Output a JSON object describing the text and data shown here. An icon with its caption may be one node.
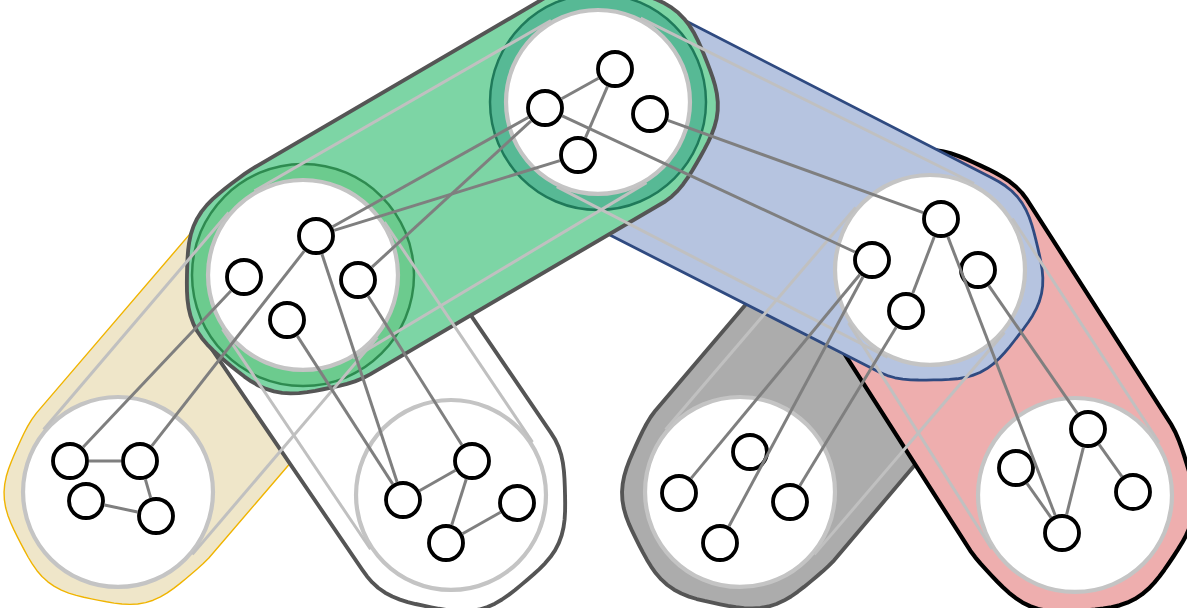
{
  "diagram": {
    "nodes": [
      {
        "text": [],
        "shape": "circle"
      },
      {
        "text": [],
        "shape": "circle",
        "in": 0
      },
      {
        "text": [],
        "shape": "circle",
        "in": 0
      },
      {
        "text": [],
        "shape": "circle",
        "in": 0
      },
      {
        "text": [],
        "shape": "circle",
        "in": 0
      },
      {
        "text": [],
        "shape": "circle"
      },
      {
        "text": [],
        "shape": "circle",
        "in": 5
      },
      {
        "text": [],
        "shape": "circle",
        "in": 5
      },
      {
        "text": [],
        "shape": "circle",
        "in": 5
      },
      {
        "text": [],
        "shape": "circle",
        "in": 5
      },
      {
        "text": [],
        "shape": "circle"
      },
      {
        "text": [],
        "shape": "circle",
        "in": 10
      },
      {
        "text": [],
        "shape": "circle",
        "in": 10
      },
      {
        "text": [],
        "shape": "circle",
        "in": 10
      },
      {
        "text": [],
        "shape": "circle",
        "in": 10
      },
      {
        "text": [],
        "shape": "circle"
      },
      {
        "text": [],
        "shape": "circle",
        "in": 15
      },
      {
        "text": [],
        "shape": "circle",
        "in": 15
      },
      {
        "text": [],
        "shape": "circle",
        "in": 15
      },
      {
        "text": [],
        "shape": "circle",
        "in": 15
      },
      {
        "text": [],
        "shape": "circle"
      },
      {
        "text": [],
        "shape": "circle",
        "in": 20
      },
      {
        "text": [],
        "shape": "circle",
        "in": 20
      },
      {
        "text": [],
        "shape": "circle",
        "in": 20
      },
      {
        "text": [],
        "shape": "circle",
        "in": 20
      },
      {
        "text": [],
        "shape": "circle"
      },
      {
        "text": [],
        "shape": "circle",
        "in": 25
      },
      {
        "text": [],
        "shape": "circle",
        "in": 25
      },
      {
        "text": [],
        "shape": "circle",
        "in": 25
      },
      {
        "text": [],
        "shape": "circle",
        "in": 25
      },
      {
        "text": [],
        "shape": "circle"
      },
      {
        "text": [],
        "shape": "circle",
        "in": 30
      },
      {
        "text": [],
        "shape": "circle",
        "in": 30
      },
      {
        "text": [],
        "shape": "circle",
        "in": 30
      },
      {
        "text": [],
        "shape": "circle",
        "in": 30
      }
    ],
    "edges": [
      {
        "from": 5,
        "to": 0,
        "arrow": "none",
        "color": "#c0c0c0"
      },
      {
        "from": 5,
        "to": 0,
        "arrow": "none",
        "color": "#c0c0c0"
      },
      {
        "from": 0,
        "to": 10,
        "arrow": "none",
        "color": "#c0c0c0"
      },
      {
        "from": 0,
        "to": 10,
        "arrow": "none",
        "color": "#c0c0c0"
      },
      {
        "from": 5,
        "to": 15,
        "arrow": "none",
        "color": "#c0c0c0"
      },
      {
        "from": 5,
        "to": 15,
        "arrow": "none",
        "color": "#c0c0c0"
      },
      {
        "from": 5,
        "to": 20,
        "arrow": "none",
        "color": "#c0c0c0"
      },
      {
        "from": 5,
        "to": 20,
        "arrow": "none",
        "color": "#c0c0c0"
      },
      {
        "from": 10,
        "to": 25,
        "arrow": "none",
        "color": "#c0c0c0"
      },
      {
        "from": 10,
        "to": 25,
        "arrow": "none",
        "color": "#c0c0c0"
      },
      {
        "from": 10,
        "to": 30,
        "arrow": "none",
        "color": "#c0c0c0"
      },
      {
        "from": 10,
        "to": 30,
        "arrow": "none",
        "color": "#c0c0c0"
      },
      {
        "from": 2,
        "to": 1,
        "arrow": "none"
      },
      {
        "from": 1,
        "to": 4,
        "arrow": "none"
      },
      {
        "from": 2,
        "to": 12,
        "arrow": "none"
      },
      {
        "from": 3,
        "to": 11,
        "arrow": "none"
      },
      {
        "from": 6,
        "to": 2,
        "arrow": "none"
      },
      {
        "from": 6,
        "to": 4,
        "arrow": "none"
      },
      {
        "from": 8,
        "to": 2,
        "arrow": "none"
      },
      {
        "from": 7,
        "to": 16,
        "arrow": "none"
      },
      {
        "from": 6,
        "to": 17,
        "arrow": "none"
      },
      {
        "from": 6,
        "to": 21,
        "arrow": "none"
      },
      {
        "from": 9,
        "to": 21,
        "arrow": "none"
      },
      {
        "from": 8,
        "to": 22,
        "arrow": "none"
      },
      {
        "from": 16,
        "to": 17,
        "arrow": "none"
      },
      {
        "from": 17,
        "to": 19,
        "arrow": "none"
      },
      {
        "from": 18,
        "to": 19,
        "arrow": "none"
      },
      {
        "from": 21,
        "to": 22,
        "arrow": "none"
      },
      {
        "from": 22,
        "to": 24,
        "arrow": "none"
      },
      {
        "from": 24,
        "to": 23,
        "arrow": "none"
      },
      {
        "from": 11,
        "to": 14,
        "arrow": "none"
      },
      {
        "from": 11,
        "to": 34,
        "arrow": "none"
      },
      {
        "from": 12,
        "to": 26,
        "arrow": "none"
      },
      {
        "from": 12,
        "to": 29,
        "arrow": "none"
      },
      {
        "from": 14,
        "to": 28,
        "arrow": "none"
      },
      {
        "from": 13,
        "to": 31,
        "arrow": "none"
      },
      {
        "from": 31,
        "to": 34,
        "arrow": "none"
      },
      {
        "from": 31,
        "to": 33,
        "arrow": "none"
      },
      {
        "from": 32,
        "to": 34,
        "arrow": "none"
      }
    ]
  }
}
